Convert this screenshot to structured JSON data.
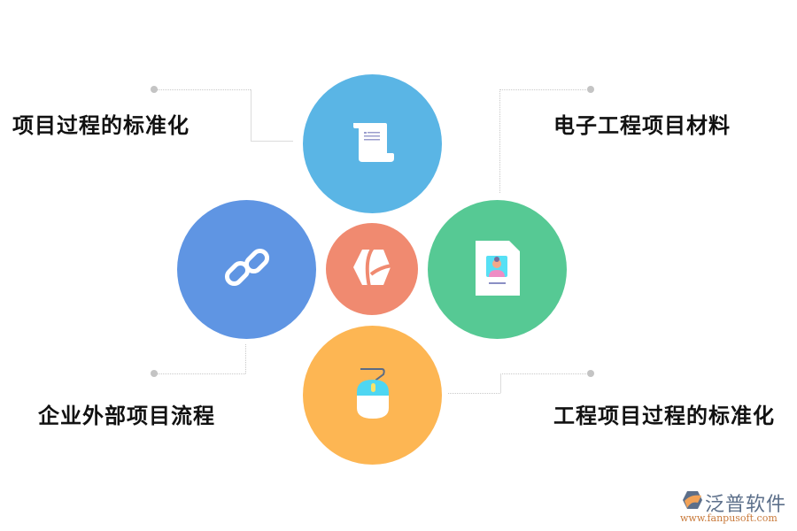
{
  "diagram": {
    "center": {
      "icon": "hexagon-leaf-icon",
      "color": "#F08A70"
    },
    "nodes": [
      {
        "id": "top",
        "icon": "scroll-document-icon",
        "color": "#5AB5E5"
      },
      {
        "id": "left",
        "icon": "chain-link-icon",
        "color": "#5F95E3"
      },
      {
        "id": "right",
        "icon": "profile-document-icon",
        "color": "#56C994"
      },
      {
        "id": "bottom",
        "icon": "computer-mouse-icon",
        "color": "#FDB653"
      }
    ],
    "labels": {
      "top_left": "项目过程的标准化",
      "top_right": "电子工程项目材料",
      "bottom_left": "企业外部项目流程",
      "bottom_right": "工程项目过程的标准化"
    }
  },
  "watermark": {
    "brand": "泛普软件",
    "url": "www.fanpusoft.com"
  }
}
